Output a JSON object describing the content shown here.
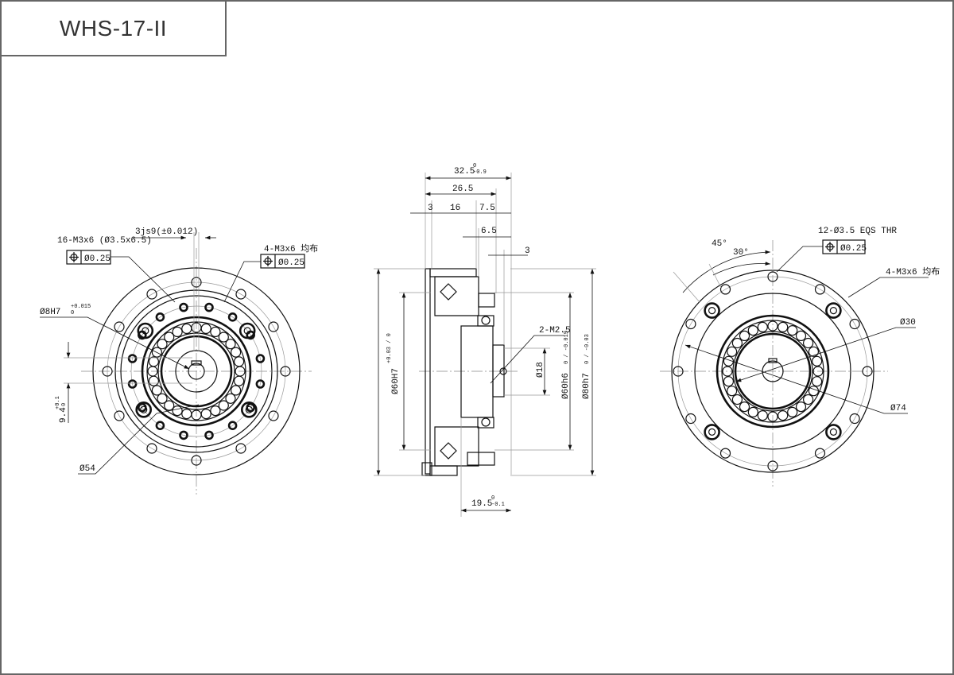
{
  "title": "WHS-17-II",
  "left_view": {
    "keyway_dim": "3js9(±0.012)",
    "tapped_holes": "16-M3x6 (Ø3.5x6.5)",
    "position_tol_1": "Ø0.25",
    "mount_holes": "4-M3x6 均布",
    "position_tol_2": "Ø0.25",
    "bore": "Ø8H7",
    "bore_tol_upper": "+0.015",
    "bore_tol_lower": "0",
    "key_height": "9.4",
    "key_tol_upper": "+0.1",
    "key_tol_lower": "0",
    "pcd": "Ø54"
  },
  "side_view": {
    "overall_length": "32.5",
    "overall_tol_upper": "0",
    "overall_tol_lower": "-0.9",
    "length_2": "26.5",
    "seg_a": "3",
    "seg_b": "16",
    "seg_c": "7.5",
    "seg_d": "6.5",
    "seg_e": "3",
    "tapped": "2-M2.5",
    "d_housing": "Ø60H7",
    "d_housing_tol": "+0.03 / 0",
    "d_hub": "Ø18",
    "d_shaft": "Ø60h6",
    "d_shaft_tol": "0 / -0.019",
    "d_outer": "Ø80h7",
    "d_outer_tol": "0 / -0.03",
    "bottom_length": "19.5",
    "bottom_tol_upper": "0",
    "bottom_tol_lower": "-0.1"
  },
  "right_view": {
    "through_holes": "12-Ø3.5 EQS THR",
    "position_tol": "Ø0.25",
    "angle_1": "45°",
    "angle_2": "30°",
    "mount_holes": "4-M3x6 均布",
    "d_inner": "Ø30",
    "pcd": "Ø74"
  },
  "icons": {
    "position_tolerance": "position-symbol-icon"
  }
}
